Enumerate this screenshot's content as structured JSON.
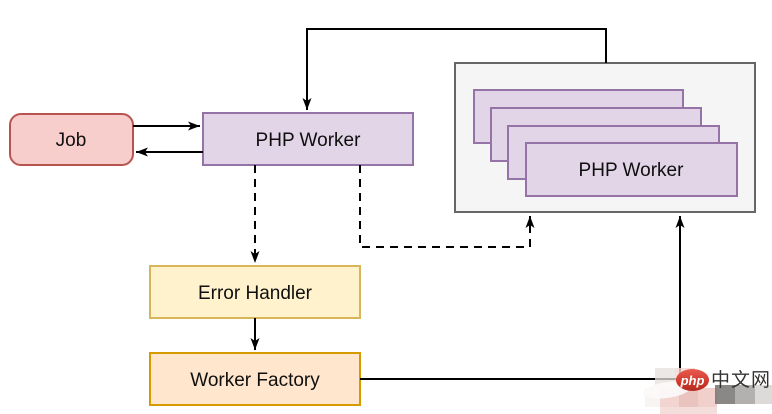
{
  "page": {
    "background": "#ffffff"
  },
  "diagram": {
    "nodes": {
      "job": {
        "label": "Job",
        "fill": "#f8cecc",
        "stroke": "#b85450"
      },
      "php_worker": {
        "label": "PHP Worker",
        "fill": "#e1d5e7",
        "stroke": "#9673a6"
      },
      "worker_pool": {
        "label": "PHP Worker",
        "fill": "#e1d5e7",
        "stroke": "#9673a6",
        "stacked_boxes": 4
      },
      "pool_container": {
        "fill": "#f5f5f5",
        "stroke": "#666666"
      },
      "error_handler": {
        "label": "Error Handler",
        "fill": "#fff2cc",
        "stroke": "#d6b656"
      },
      "worker_factory": {
        "label": "Worker Factory",
        "fill": "#ffe6cc",
        "stroke": "#d79b00"
      }
    },
    "edges": [
      {
        "from": "job",
        "to": "php_worker",
        "style": "solid-arrow"
      },
      {
        "from": "php_worker",
        "to": "job",
        "style": "solid-arrow"
      },
      {
        "from": "pool_container",
        "to": "php_worker",
        "style": "solid-arrow"
      },
      {
        "from": "php_worker",
        "to": "error_handler",
        "style": "dashed-arrow"
      },
      {
        "from": "php_worker",
        "to": "pool_container",
        "style": "dashed-arrow"
      },
      {
        "from": "error_handler",
        "to": "worker_factory",
        "style": "solid-arrow"
      },
      {
        "from": "worker_factory",
        "to": "pool_container",
        "style": "solid-arrow"
      }
    ],
    "edge_color": "#000000"
  },
  "watermark": {
    "logo": "php",
    "site": "中文网",
    "brand_color": "#ca3527"
  }
}
